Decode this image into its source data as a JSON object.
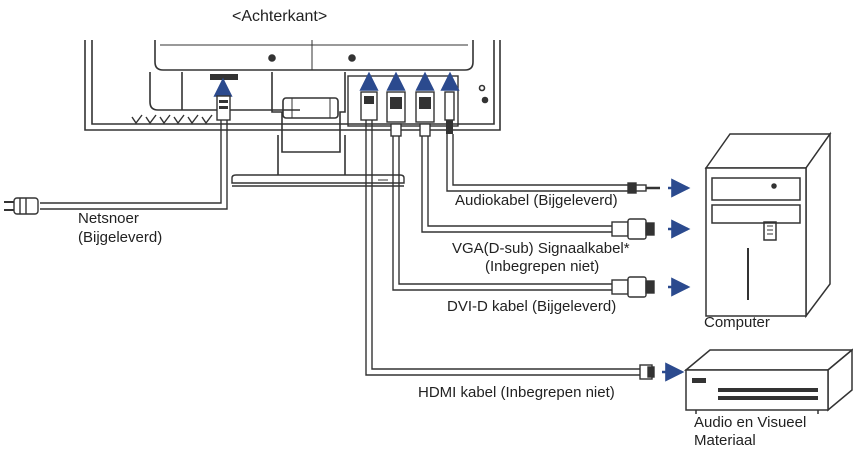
{
  "title": "<Achterkant>",
  "labels": {
    "power_cord_line1": "Netsnoer",
    "power_cord_line2": "(Bijgeleverd)",
    "audio_cable": "Audiokabel (Bijgeleverd)",
    "vga_cable_line1": "VGA(D-sub) Signaalkabel*",
    "vga_cable_line2": "(Inbegrepen niet)",
    "dvi_cable": "DVI-D kabel (Bijgeleverd)",
    "hdmi_cable": "HDMI kabel (Inbegrepen niet)",
    "computer": "Computer",
    "av_line1": "Audio en Visueel",
    "av_line2": "Materiaal"
  },
  "colors": {
    "arrow": "#2b4a8e",
    "line": "#333333",
    "fill": "#ffffff",
    "dark": "#222222"
  }
}
